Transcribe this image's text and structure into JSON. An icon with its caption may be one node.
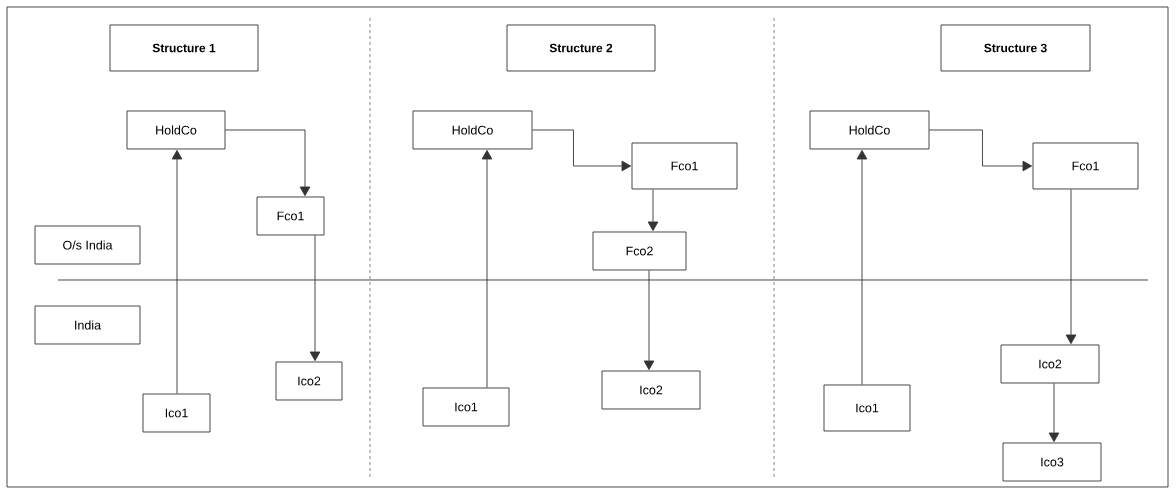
{
  "diagram": {
    "nodes": [
      {
        "text": [
          "Structure 1"
        ]
      },
      {
        "text": [
          "O/s India"
        ]
      },
      {
        "text": [
          "India"
        ]
      },
      {
        "text": [
          "HoldCo"
        ]
      },
      {
        "text": [
          "Fco1"
        ]
      },
      {
        "text": [
          "Ico2"
        ]
      },
      {
        "text": [
          "Ico1"
        ]
      },
      {
        "text": [
          "Structure 2"
        ]
      },
      {
        "text": [
          "HoldCo"
        ]
      },
      {
        "text": [
          "Fco1"
        ]
      },
      {
        "text": [
          "Fco2"
        ]
      },
      {
        "text": [
          "Ico2"
        ]
      },
      {
        "text": [
          "Ico1"
        ]
      },
      {
        "text": [
          "Structure 3"
        ]
      },
      {
        "text": [
          "HoldCo"
        ]
      },
      {
        "text": [
          "Fco1"
        ]
      },
      {
        "text": [
          "Ico2"
        ]
      },
      {
        "text": [
          "Ico1"
        ]
      },
      {
        "text": [
          "Ico3"
        ]
      }
    ],
    "edges": [
      {
        "from": 6,
        "to": 3,
        "arrow": "to"
      },
      {
        "from": 3,
        "to": 4,
        "arrow": "to"
      },
      {
        "from": 4,
        "to": 5,
        "arrow": "to"
      },
      {
        "from": 12,
        "to": 8,
        "arrow": "to"
      },
      {
        "from": 8,
        "to": 9,
        "arrow": "to"
      },
      {
        "from": 9,
        "to": 10,
        "arrow": "to"
      },
      {
        "from": 10,
        "to": 11,
        "arrow": "to"
      },
      {
        "from": 17,
        "to": 14,
        "arrow": "to"
      },
      {
        "from": 14,
        "to": 15,
        "arrow": "to"
      },
      {
        "from": 15,
        "to": 16,
        "arrow": "to"
      },
      {
        "from": 16,
        "to": 18,
        "arrow": "to"
      }
    ]
  }
}
